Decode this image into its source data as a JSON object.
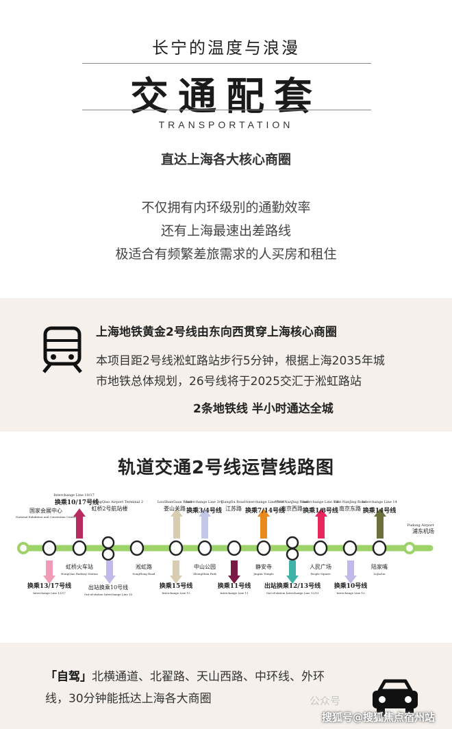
{
  "hero": {
    "subtitle": "长宁的温度与浪漫",
    "title": "交通配套",
    "title_en": "TRANSPORTATION",
    "headline": "直达上海各大核心商圈",
    "lines": [
      "不仅拥有内环级别的通勤效率",
      "还有上海最速出差路线",
      "极适合有频繁差旅需求的人买房和租住"
    ]
  },
  "metro": {
    "icon": "subway-train-icon",
    "headline": "上海地铁黄金2号线由东向西贯穿上海核心商圈",
    "body1": "本项目距2号线淞虹路站步行5分钟，根据上海2035年城",
    "body2": "市地铁总体规划，26号线将于2025交汇于淞虹路站",
    "footer": "2条地铁线 半小时通达全城"
  },
  "map": {
    "title": "轨道交通2号线运营线路图",
    "line_color": "#9ed36b",
    "top_items": [
      {
        "en": "Interchange Line 10/17",
        "cn": "换乘10/17号线",
        "station": "国家会展中心",
        "station_en": "National Exhibition and Convention Center"
      },
      {
        "en": "HongQiao Airport Terminal 2",
        "cn": "虹桥2号航站楼",
        "station": "",
        "station_en": ""
      },
      {
        "en": "LouShanGuan Road",
        "cn": "娄山关路",
        "station": "",
        "station_en": ""
      },
      {
        "en": "Interchange Line 3/4",
        "cn": "换乘3/4号线",
        "station": "",
        "station_en": ""
      },
      {
        "en": "JiangSu Road",
        "cn": "江苏路",
        "station": "",
        "station_en": ""
      },
      {
        "en": "Interchange Line 7/14",
        "cn": "换乘7/14号线",
        "station": "",
        "station_en": ""
      },
      {
        "en": "West NanJing Road",
        "cn": "南京西路",
        "station": "",
        "station_en": ""
      },
      {
        "en": "Interchange Line 1/8",
        "cn": "换乘1/8号线",
        "station": "",
        "station_en": ""
      },
      {
        "en": "East NanJing Road",
        "cn": "南京东路",
        "station": "",
        "station_en": ""
      },
      {
        "en": "Interchange Line 14",
        "cn": "换乘14号线",
        "station": "",
        "station_en": ""
      },
      {
        "en": "Pudong Airport",
        "cn": "浦东机场",
        "station": "",
        "station_en": ""
      }
    ],
    "bottom_items": [
      {
        "cn": "换乘13/17号线",
        "en": "Interchange Line 13/17"
      },
      {
        "cn": "虹桥火车站",
        "en": "HongQiao Railway Station"
      },
      {
        "cn": "出站换乘10号线",
        "en": "Out-of-station Interchange Line 10"
      },
      {
        "cn": "淞虹路",
        "en": "SongHong Road"
      },
      {
        "cn": "换乘15号线",
        "en": "Interchange Line 15"
      },
      {
        "cn": "中山公园",
        "en": "ZhongShan Park"
      },
      {
        "cn": "换乘11号线",
        "en": "Interchange Line 11"
      },
      {
        "cn": "静安寺",
        "en": "JingAn Temple"
      },
      {
        "cn": "出站换乘12/13号线",
        "en": "Out-of-station Interchange Line 12/13"
      },
      {
        "cn": "人民广场",
        "en": "People Square"
      },
      {
        "cn": "换乘10号线",
        "en": "Interchange Line 10"
      },
      {
        "cn": "陆家嘴",
        "en": "LuJiaZui"
      }
    ]
  },
  "drive": {
    "tag": "「自驾」",
    "text1": "北横通道、北翟路、天山西路、中环线、外环",
    "text2": "线，30分钟能抵达上海各大商圈",
    "icon": "car-icon"
  },
  "watermark": {
    "wechat": "公众号",
    "sohu": "搜狐号@搜狐焦点宿州站"
  }
}
